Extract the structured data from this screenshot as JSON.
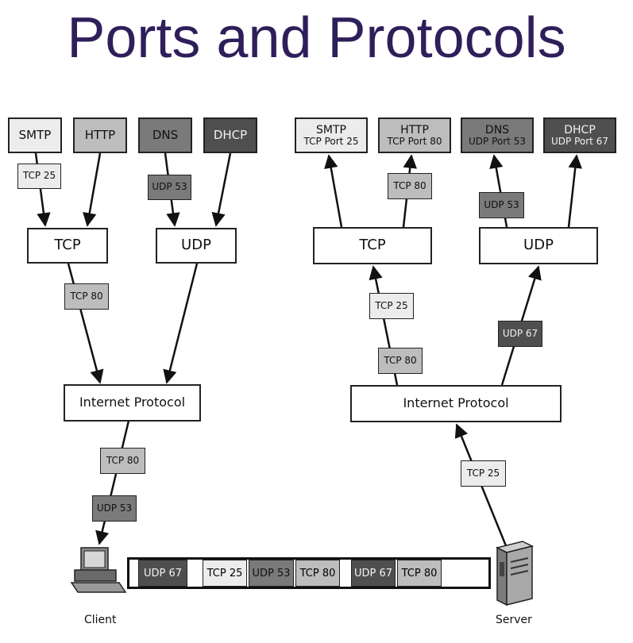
{
  "title": "Ports and Protocols",
  "client": {
    "apps": {
      "smtp": "SMTP",
      "http": "HTTP",
      "dns": "DNS",
      "dhcp": "DHCP"
    },
    "tcp": "TCP",
    "udp": "UDP",
    "ip": "Internet Protocol",
    "tags": {
      "tcp25": "TCP 25",
      "udp53_top": "UDP 53",
      "tcp80": "TCP 80",
      "tcp80_low": "TCP 80",
      "udp53_low": "UDP 53"
    },
    "label": "Client"
  },
  "server": {
    "apps": {
      "smtp": "SMTP",
      "smtp_port": "TCP Port 25",
      "http": "HTTP",
      "http_port": "TCP Port 80",
      "dns": "DNS",
      "dns_port": "UDP Port 53",
      "dhcp": "DHCP",
      "dhcp_port": "UDP Port 67"
    },
    "tcp": "TCP",
    "udp": "UDP",
    "ip": "Internet Protocol",
    "tags": {
      "tcp80_top": "TCP 80",
      "udp53_top": "UDP 53",
      "tcp25": "TCP 25",
      "tcp80": "TCP 80",
      "udp67": "UDP 67",
      "tcp25_low": "TCP 25"
    },
    "label": "Server"
  },
  "wire_packets": [
    "UDP 67",
    "TCP 25",
    "UDP 53",
    "TCP 80",
    "UDP 67",
    "TCP 80"
  ],
  "colors": {
    "title": "#2e1f5a",
    "light": "#ececec",
    "mid": "#bdbdbd",
    "dark": "#7a7a7a",
    "darker": "#4f4f4f"
  }
}
